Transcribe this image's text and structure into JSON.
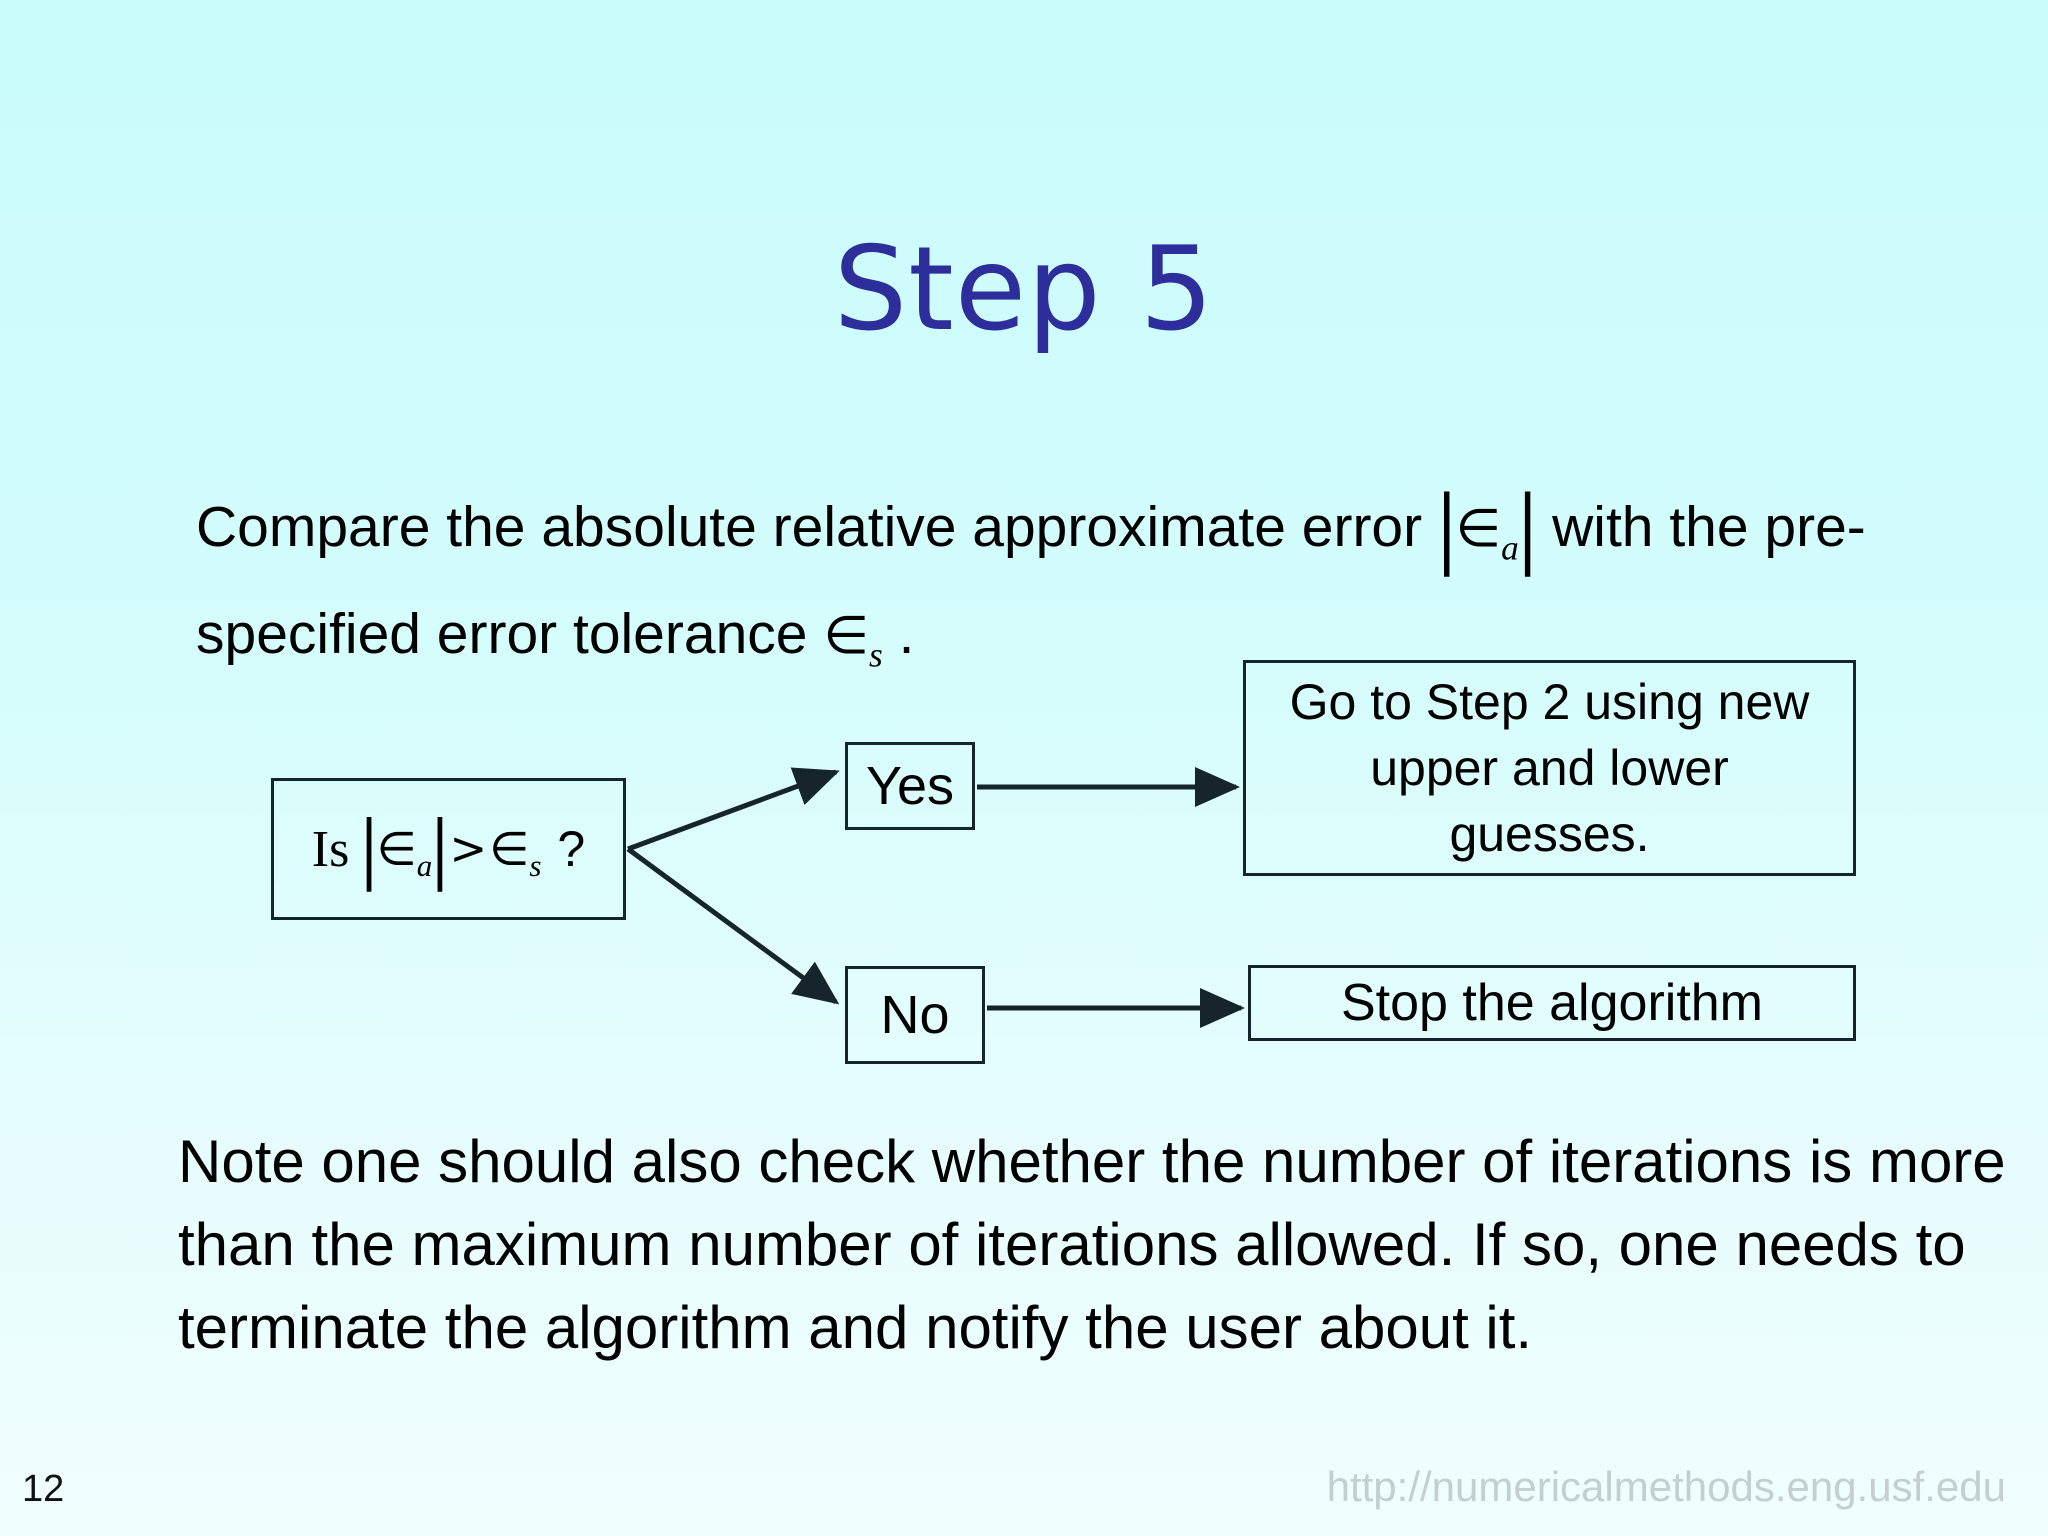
{
  "slide": {
    "title": "Step 5",
    "title_color": "#2d2d9c",
    "background_top_color": "#c9fcfb",
    "background_bottom_color": "#f0fefe"
  },
  "paragraph_top": {
    "text_before_math": "Compare the absolute relative approximate error",
    "math_abs_ea_open": "|",
    "math_elem_1": "∈",
    "math_sub_1": "a",
    "math_abs_ea_close": "|",
    "text_middle": "with the pre-specified error tolerance",
    "math_elem_2": "∈",
    "math_sub_2": "s",
    "text_after": "."
  },
  "flowchart": {
    "decision": {
      "prefix": "Is",
      "abs_open": "|",
      "elem_a": "∈",
      "sub_a": "a",
      "abs_close": "|",
      "operator": ">",
      "elem_s": "∈",
      "sub_s": "s",
      "question": "?"
    },
    "yes_label": "Yes",
    "no_label": "No",
    "goto_box_text": "Go to Step 2 using new upper and lower guesses.",
    "stop_box_text": "Stop the algorithm",
    "line_color": "#16242b"
  },
  "paragraph_bottom": {
    "text": "Note one should also check whether the number of iterations is more than the maximum number of iterations allowed. If so, one needs to terminate the algorithm and notify the user about it."
  },
  "footer": {
    "page_number": "12",
    "url": "http://numericalmethods.eng.usf.edu",
    "url_color": "#c3cfd2"
  }
}
